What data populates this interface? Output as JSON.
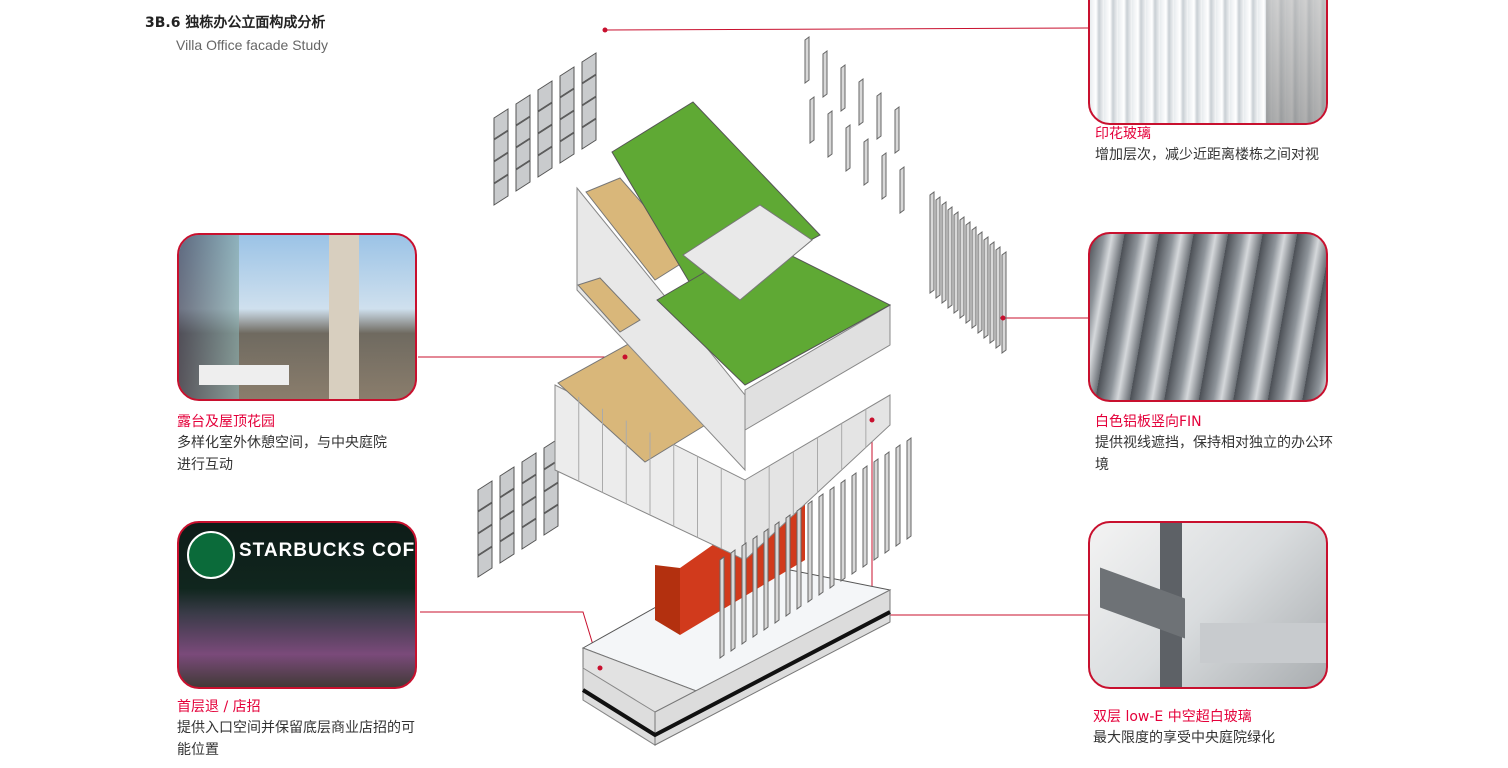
{
  "header": {
    "title": "3B.6 独栋办公立面构成分析",
    "subtitle": "Villa Office facade Study"
  },
  "callouts": [
    {
      "id": "terrace",
      "title": "露台及屋顶花园",
      "body": "多样化室外休憩空间，与中央庭院进行互动"
    },
    {
      "id": "ground",
      "title": "首层退 / 店招",
      "body": "提供入口空间并保留底层商业店招的可能位置",
      "photo_sign": "STARBUCKS COF"
    },
    {
      "id": "printed-glass",
      "title": "印花玻璃",
      "body": "增加层次，减少近距离楼栋之间对视"
    },
    {
      "id": "fin",
      "title": "白色铝板竖向FIN",
      "body": "提供视线遮挡，保持相对独立的办公环境"
    },
    {
      "id": "low-e",
      "title": "双层 low-E 中空超白玻璃",
      "body": "最大限度的享受中央庭院绿化"
    }
  ],
  "colors": {
    "accent": "#e4003a",
    "border": "#c8102e",
    "green_roof": "#5fa934",
    "wood": "#d9b77a",
    "core": "#d13a1c"
  }
}
